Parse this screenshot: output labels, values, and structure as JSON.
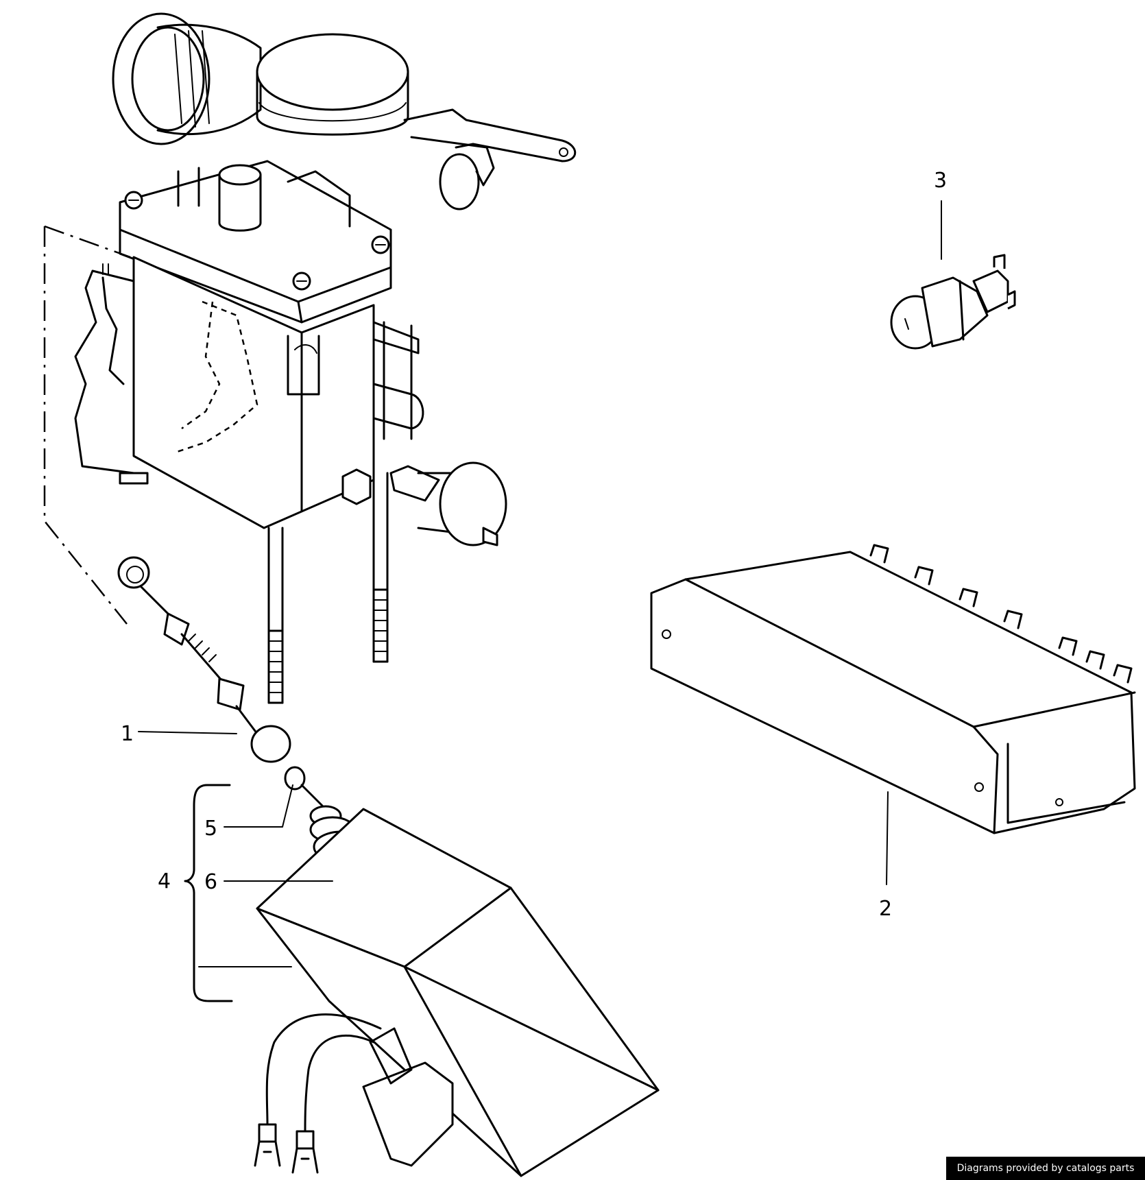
{
  "diagram": {
    "callouts": [
      {
        "id": "callout-1",
        "label": "1"
      },
      {
        "id": "callout-2",
        "label": "2"
      },
      {
        "id": "callout-3",
        "label": "3"
      },
      {
        "id": "callout-4",
        "label": "4"
      },
      {
        "id": "callout-5",
        "label": "5"
      },
      {
        "id": "callout-6",
        "label": "6"
      }
    ]
  },
  "footer": {
    "credit": "Diagrams provided by catalogs parts"
  }
}
